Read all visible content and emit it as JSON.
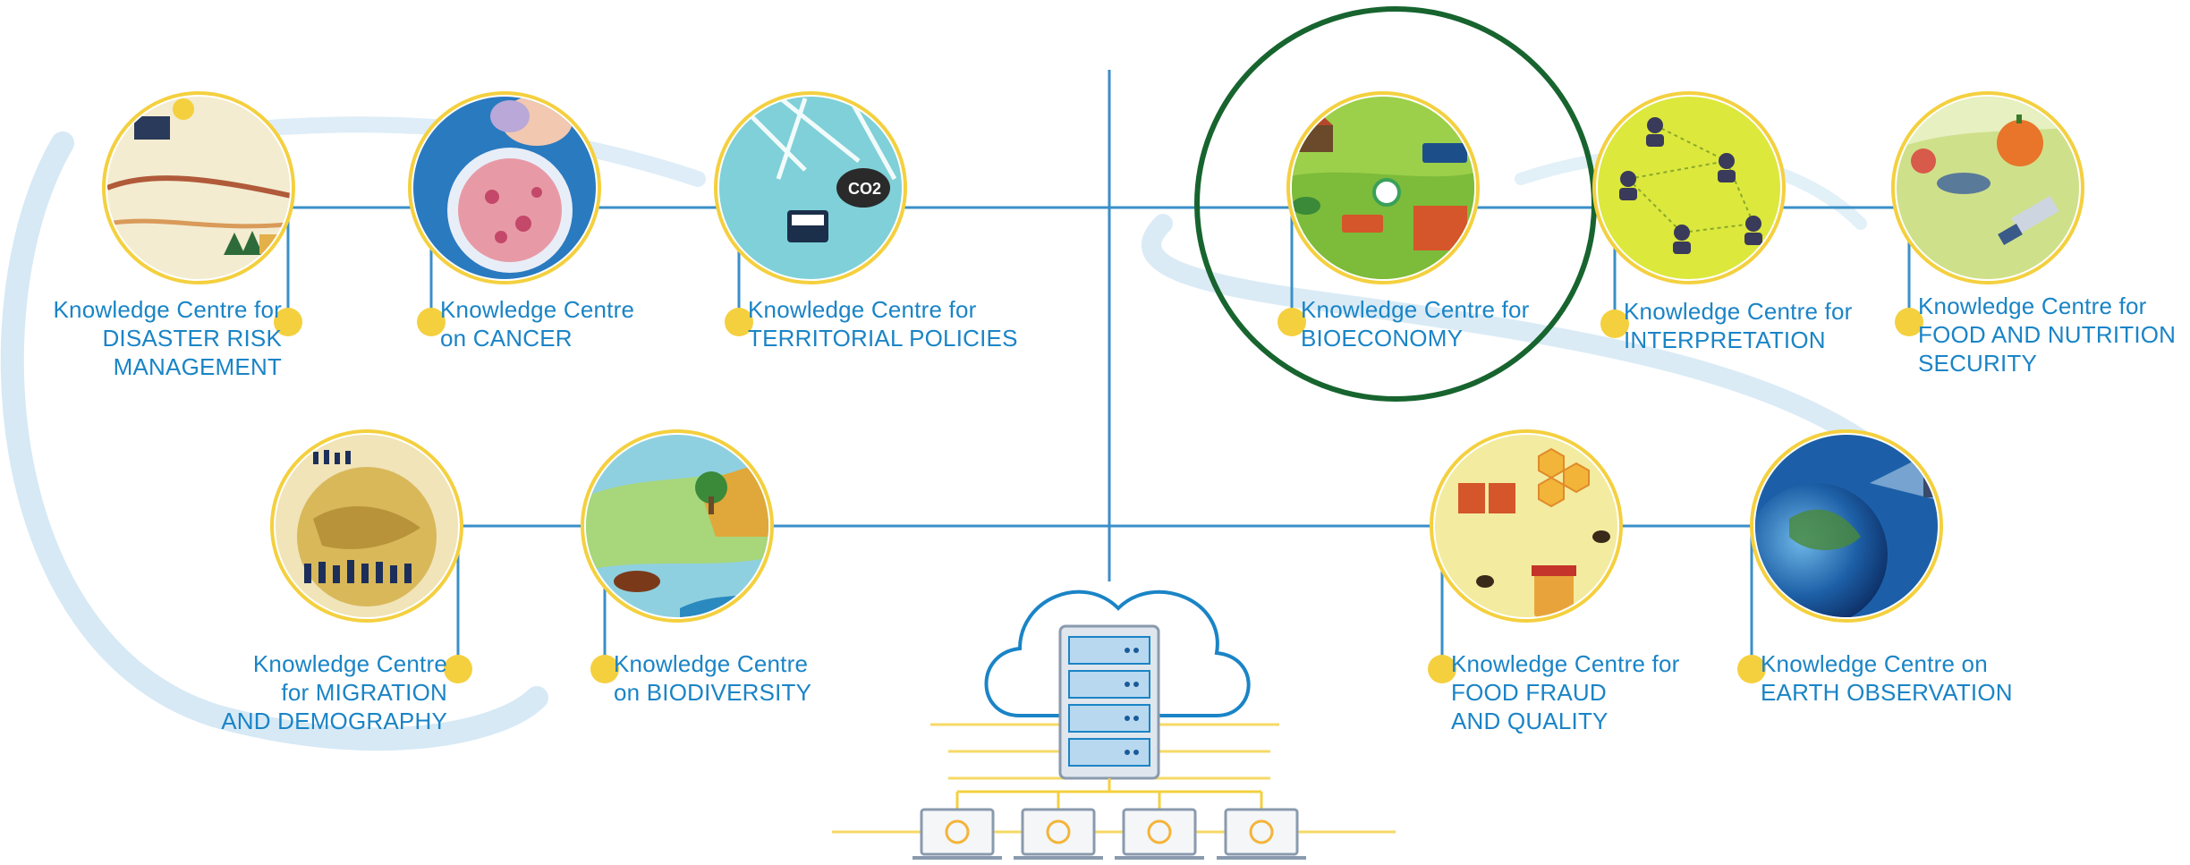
{
  "centres": [
    {
      "id": "disaster",
      "line1": "Knowledge Centre for",
      "line2": "DISASTER RISK",
      "line3": "MANAGEMENT",
      "icon": "disaster-illustration",
      "colors": {
        "bg": "#f3ecd0"
      }
    },
    {
      "id": "cancer",
      "line1": "Knowledge Centre",
      "line2": "on CANCER",
      "line3": "",
      "icon": "cancer-cell-illustration",
      "colors": {
        "bg": "#2a7ac0"
      }
    },
    {
      "id": "territorial",
      "line1": "Knowledge Centre for",
      "line2": "TERRITORIAL POLICIES",
      "line3": "",
      "icon": "map-bus-illustration",
      "colors": {
        "bg": "#7fd0d8"
      }
    },
    {
      "id": "bioeconomy",
      "line1": "Knowledge Centre for",
      "line2": "BIOECONOMY",
      "line3": "",
      "icon": "bioeconomy-illustration",
      "colors": {
        "bg": "#9ccf4a"
      },
      "highlighted": true
    },
    {
      "id": "interpretation",
      "line1": "Knowledge Centre for",
      "line2": "INTERPRETATION",
      "line3": "",
      "icon": "people-network-illustration",
      "colors": {
        "bg": "#dce83c"
      }
    },
    {
      "id": "food-security",
      "line1": "Knowledge Centre for",
      "line2": "FOOD AND NUTRITION",
      "line3": "SECURITY",
      "icon": "food-satellite-illustration",
      "colors": {
        "bg": "#cfe08a"
      }
    },
    {
      "id": "migration",
      "line1": "Knowledge Centre",
      "line2": "for MIGRATION",
      "line3": "AND DEMOGRAPHY",
      "icon": "globe-people-illustration",
      "colors": {
        "bg": "#f0e4b8"
      }
    },
    {
      "id": "biodiversity",
      "line1": "Knowledge Centre",
      "line2": "on BIODIVERSITY",
      "line3": "",
      "icon": "nature-illustration",
      "colors": {
        "bg": "#a8d67a"
      }
    },
    {
      "id": "food-fraud",
      "line1": "Knowledge Centre for",
      "line2": "FOOD FRAUD",
      "line3": "AND QUALITY",
      "icon": "honey-bees-illustration",
      "colors": {
        "bg": "#f3eba0"
      }
    },
    {
      "id": "earth-observation",
      "line1": "Knowledge Centre on",
      "line2": "EARTH OBSERVATION",
      "line3": "",
      "icon": "earth-illustration",
      "colors": {
        "bg": "#1c5fa8"
      }
    }
  ],
  "colors": {
    "label": "#1a84c6",
    "line": "#3a8fc8",
    "dot": "#f4d03f",
    "highlight_ring": "#17642f",
    "swoosh": "#d6e9f5"
  },
  "center_icon": "cloud-server-network-icon"
}
